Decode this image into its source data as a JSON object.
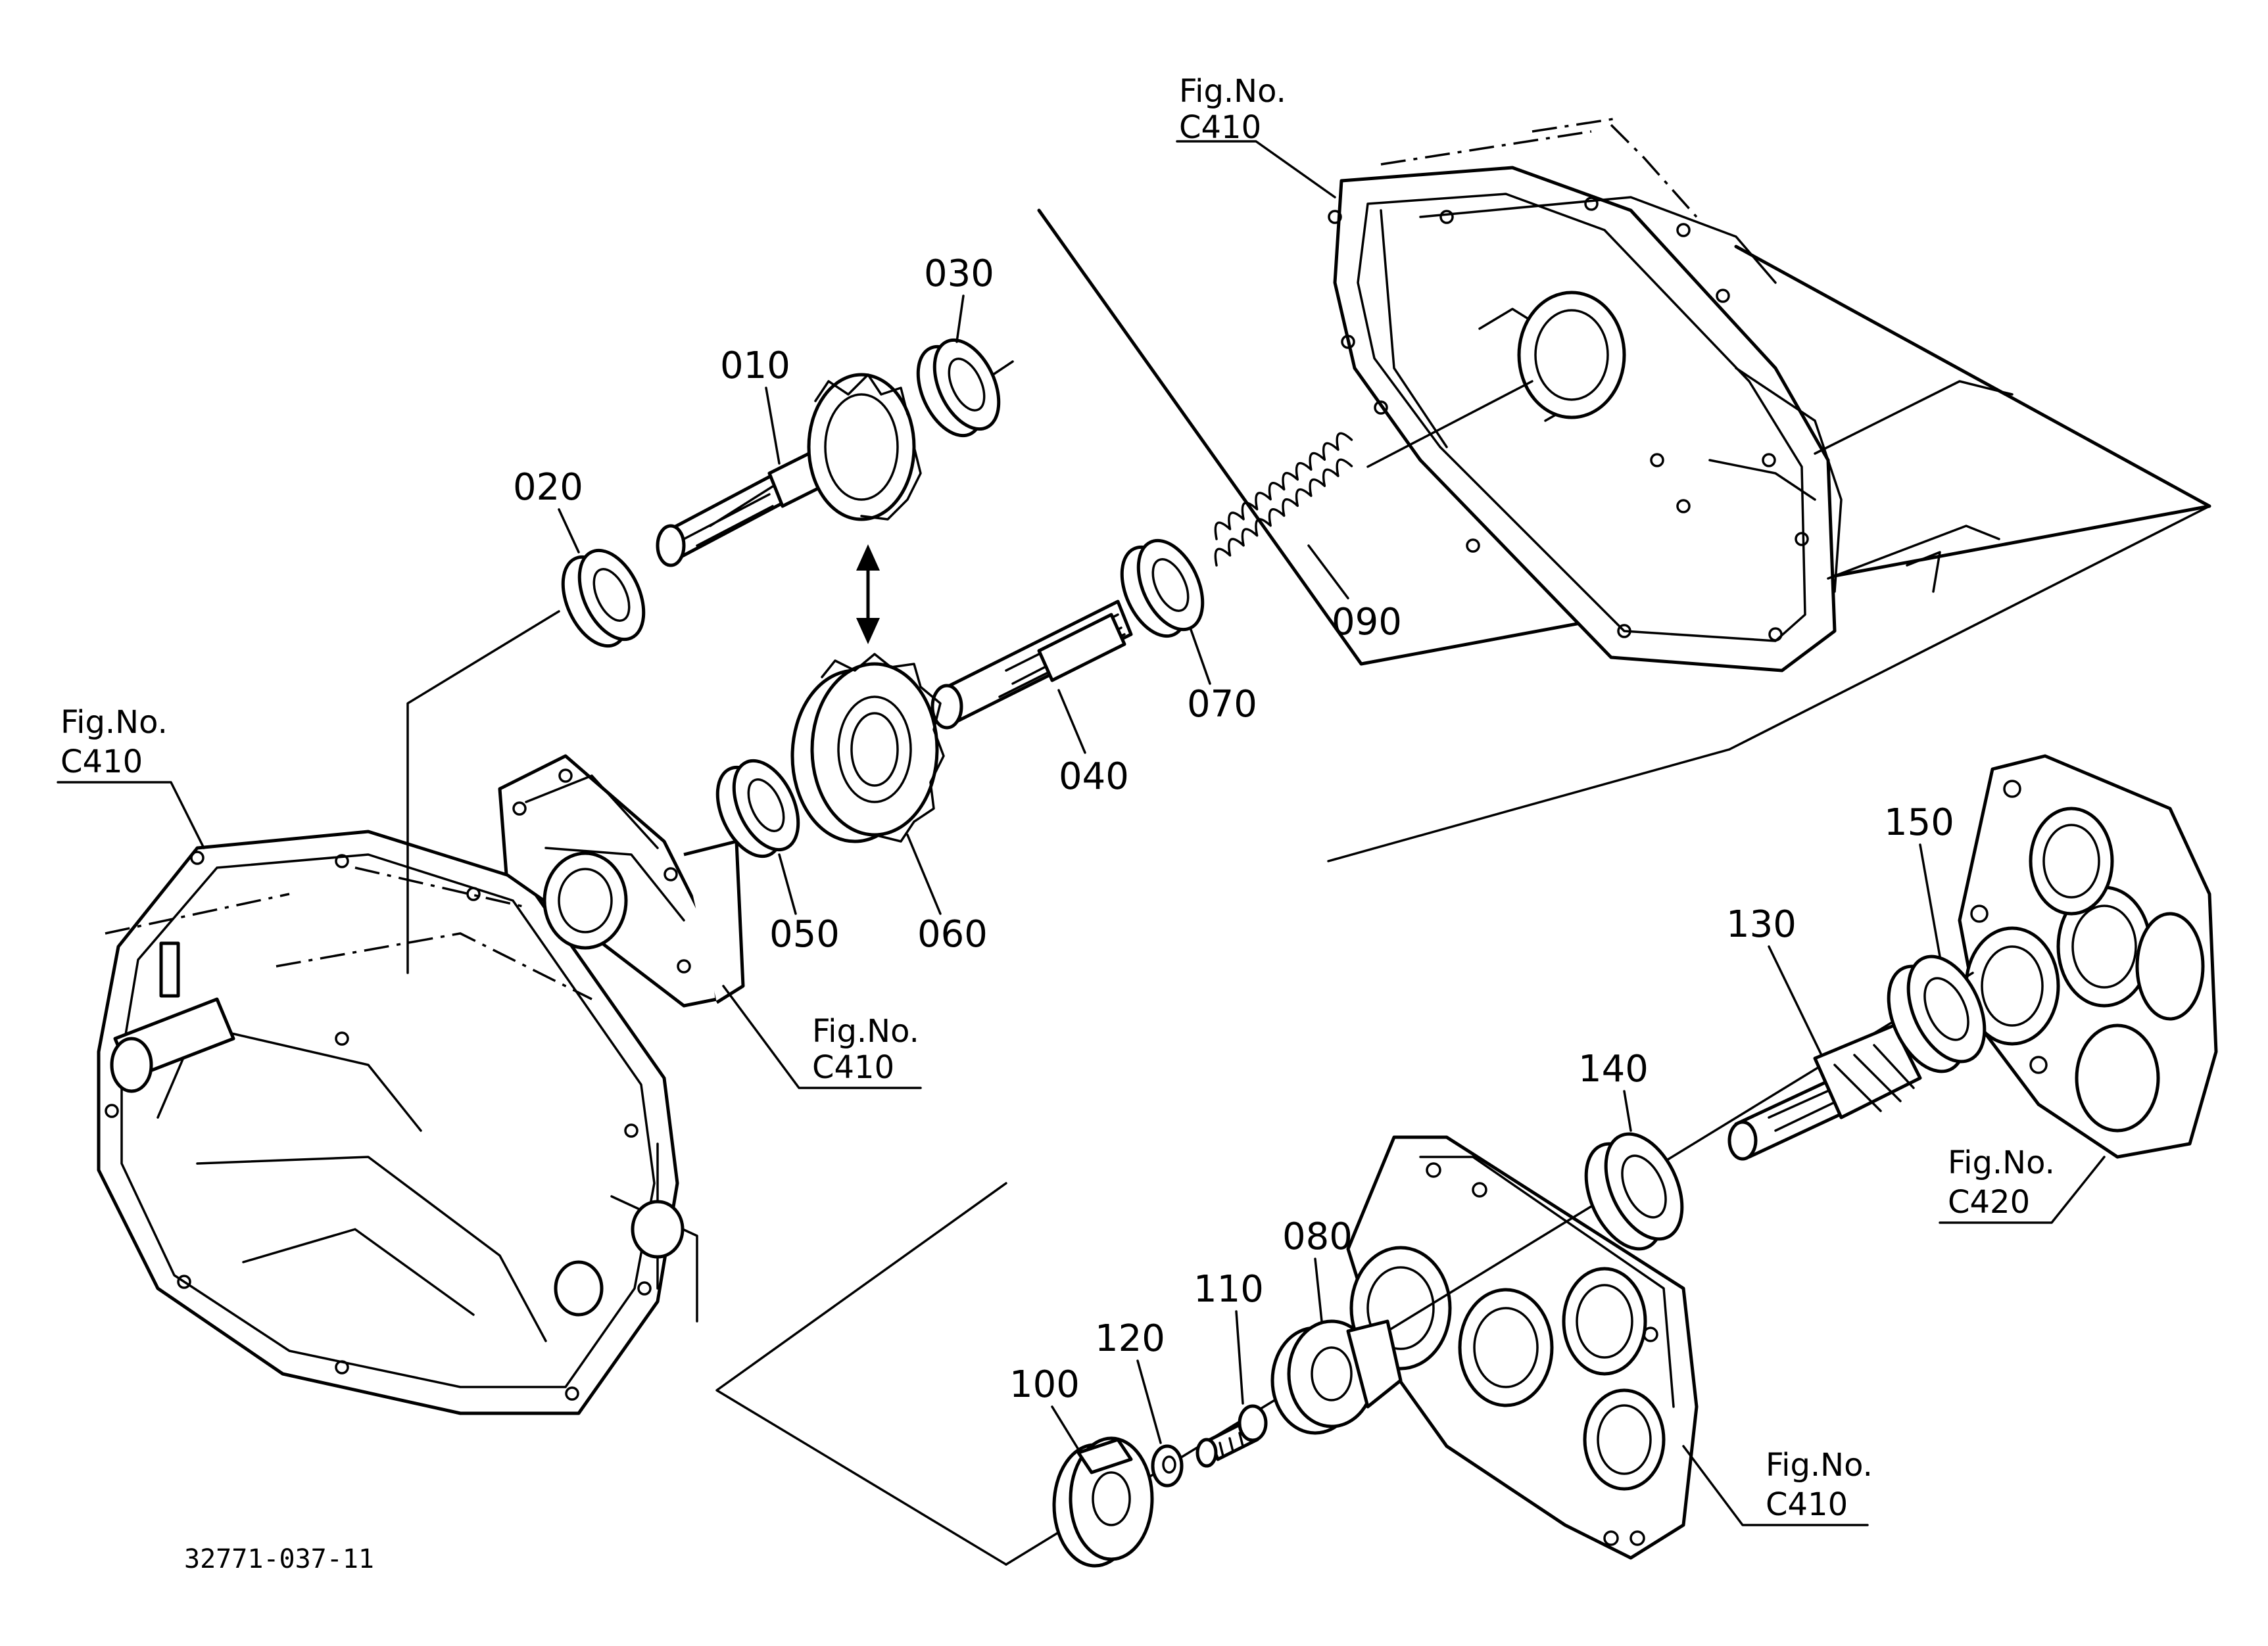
{
  "diagram_id": "32771-037-11",
  "fig_prefix": "Fig.No.",
  "fig_refs": {
    "top_case": "C410",
    "left_case": "C410",
    "middle_cover": "C410",
    "right_upper": "C420",
    "bottom_right": "C410"
  },
  "parts": {
    "p010": "010",
    "p020": "020",
    "p030": "030",
    "p040": "040",
    "p050": "050",
    "p060": "060",
    "p070": "070",
    "p080": "080",
    "p090": "090",
    "p100": "100",
    "p110": "110",
    "p120": "120",
    "p130": "130",
    "p140": "140",
    "p150": "150"
  }
}
